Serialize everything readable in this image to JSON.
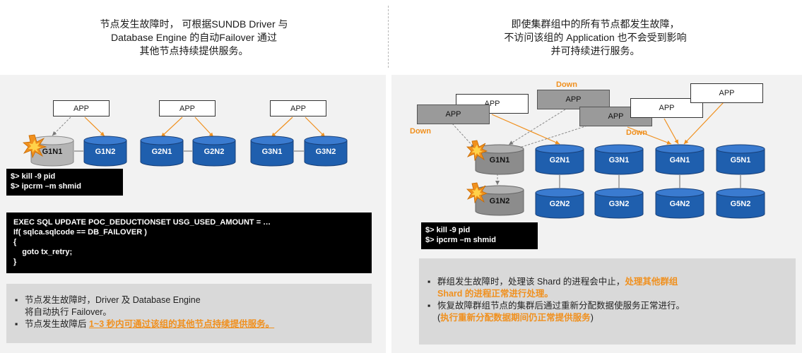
{
  "header": {
    "left_lines": [
      "节点发生故障时， 可根据SUNDB Driver 与",
      "Database Engine 的自动Failover 通过",
      "其他节点持续提供服务。"
    ],
    "right_lines": [
      "即使集群组中的所有节点都发生故障，",
      "不访问该组的 Application 也不会受到影响",
      "并可持续进行服务。"
    ]
  },
  "left": {
    "apps": [
      "APP",
      "APP",
      "APP"
    ],
    "nodes": [
      "G1N1",
      "G1N2",
      "G2N1",
      "G2N2",
      "G3N1",
      "G3N2"
    ],
    "cmd_lines": [
      "$> kill -9 pid",
      "$> ipcrm –m shmid"
    ],
    "code_lines": [
      "EXEC SQL UPDATE POC_DEDUCTIONSET USG_USED_AMOUNT = …",
      "If( sqlca.sqlcode == DB_FAILOVER )",
      "{",
      "    goto tx_retry;",
      "}"
    ],
    "notes": {
      "bullet": "▪",
      "n1_a": "节点发生故障时，Driver 及 Database Engine",
      "n1_b": "将自动执行 Failover。",
      "n2_a": "节点发生故障后 ",
      "n2_b": "1~3 秒内可通过该组的其他节点持续提供服务。"
    }
  },
  "right": {
    "apps": [
      "APP",
      "APP",
      "APP",
      "APP",
      "APP",
      "APP"
    ],
    "down_labels": [
      "Down",
      "Down",
      "Down"
    ],
    "nodes": [
      "G1N1",
      "G1N2",
      "G2N1",
      "G2N2",
      "G3N1",
      "G3N2",
      "G4N1",
      "G4N2",
      "G5N1",
      "G5N2"
    ],
    "cmd_lines": [
      "$> kill -9 pid",
      "$> ipcrm –m shmid"
    ],
    "notes": {
      "bullet": "▪",
      "n1_a": "群组发生故障时，处理该 Shard 的进程会中止，",
      "n1_b": "处理其他群组",
      "n1_c": "Shard 的进程正常进行处理。",
      "n2_a": "恢复故障群组节点的集群后通过重新分配数据使服务正常进行。",
      "n2_b": "(",
      "n2_c": "执行重新分配数据期间仍正常提供服务",
      "n2_d": ")"
    }
  },
  "colors": {
    "accent": "#f0901e",
    "db_blue": "#1f5fae",
    "db_gray": "#8c8c8c",
    "panel": "#f2f2f2",
    "note_bg": "#d9d9d9"
  }
}
